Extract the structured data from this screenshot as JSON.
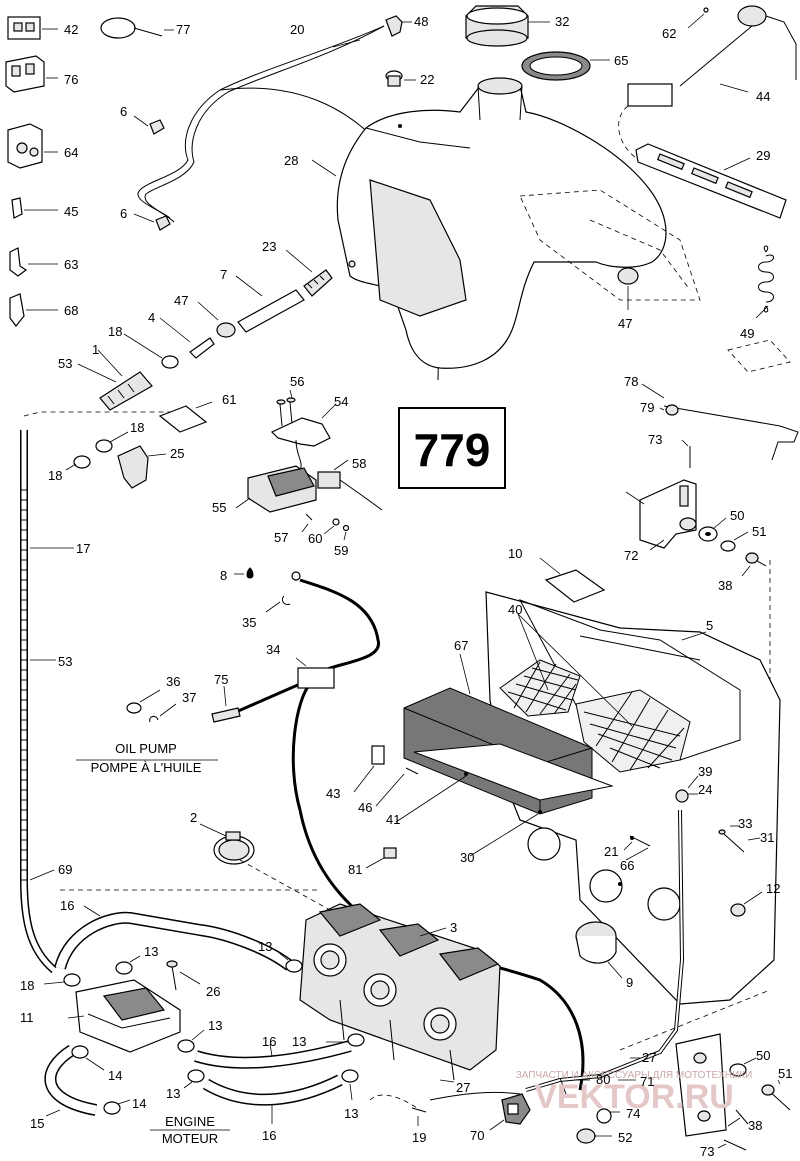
{
  "diagram_number": "779",
  "labels": {
    "oil_pump_line1": "OIL PUMP",
    "oil_pump_line2": "POMPE À L'HUILE",
    "engine_line1": "ENGINE",
    "engine_line2": "MOTEUR"
  },
  "watermark": {
    "text": "ЗАПЧАСТИ И АКСЕССУАРЫ ДЛЯ МОТОТЕХНИКИ",
    "site": "VEKTOR.RU"
  },
  "callouts": {
    "c42": "42",
    "c77": "77",
    "c20": "20",
    "c48": "48",
    "c32": "32",
    "c62": "62",
    "c76": "76",
    "c22": "22",
    "c65": "65",
    "c44": "44",
    "c6a": "6",
    "c64": "64",
    "c28": "28",
    "c29": "29",
    "c45": "45",
    "c6b": "6",
    "c23": "23",
    "c63": "63",
    "c49": "49",
    "c7": "7",
    "c47a": "47",
    "c47b": "47",
    "c68": "68",
    "c4": "4",
    "c18a": "18",
    "c53a": "53",
    "c1": "1",
    "c56": "56",
    "c54": "54",
    "c61": "61",
    "c78": "78",
    "c79": "79",
    "c73a": "73",
    "c18b": "18",
    "c18c": "18",
    "c25": "25",
    "c58": "58",
    "c55": "55",
    "c57": "57",
    "c60": "60",
    "c59": "59",
    "c50a": "50",
    "c51a": "51",
    "c72": "72",
    "c38a": "38",
    "c17": "17",
    "c8": "8",
    "c10": "10",
    "c35": "35",
    "c40": "40",
    "c5": "5",
    "c67": "67",
    "c34": "34",
    "c53b": "53",
    "c36": "36",
    "c75": "75",
    "c37": "37",
    "c43": "43",
    "c46": "46",
    "c39": "39",
    "c24": "24",
    "c41": "41",
    "c2": "2",
    "c33": "33",
    "c31": "31",
    "c30": "30",
    "c21": "21",
    "c66": "66",
    "c81": "81",
    "c69": "69",
    "c12": "12",
    "c16a": "16",
    "c3": "3",
    "c13a": "13",
    "c13b": "13",
    "c9": "9",
    "c18d": "18",
    "c26": "26",
    "c11": "11",
    "c13c": "13",
    "c16b": "16",
    "c13d": "13",
    "c27a": "27",
    "c50b": "50",
    "c51b": "51",
    "c14": "14",
    "c13e": "13",
    "c80": "80",
    "c71": "71",
    "c27b": "27",
    "c15": "15",
    "c14b": "14",
    "c13f": "13",
    "c74": "74",
    "c38b": "38",
    "c16c": "16",
    "c19": "19",
    "c70": "70",
    "c52": "52",
    "c73b": "73"
  }
}
